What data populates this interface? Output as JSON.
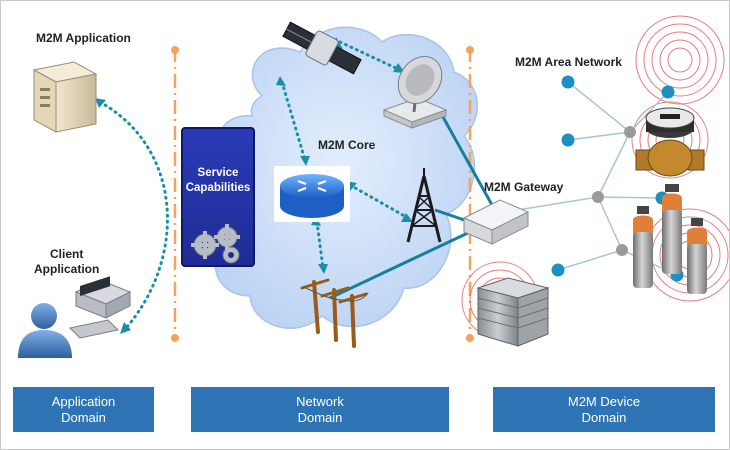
{
  "labels": {
    "m2m_application": "M2M Application",
    "client_application": [
      "Client",
      "Application"
    ],
    "m2m_core": "M2M Core",
    "m2m_gateway": "M2M Gateway",
    "m2m_area_network": "M2M Area Network",
    "service_capabilities": [
      "Service",
      "Capabilities"
    ]
  },
  "domains": [
    {
      "lines": [
        "Application",
        "Domain"
      ]
    },
    {
      "lines": [
        "Network",
        "Domain"
      ]
    },
    {
      "lines": [
        "M2M Device",
        "Domain"
      ]
    }
  ],
  "colors": {
    "domain_box": "#2e74b5",
    "cloud": "#c9dcf7",
    "divider": "#f5a25a",
    "dotted_link": "#1a8fa8",
    "solid_link": "#157f9e",
    "area_node": "#1c8fc4",
    "area_hub": "#9a9a9a",
    "service_box": "#2333a8",
    "signal_rings": "#e05252"
  },
  "icons": [
    "server-icon",
    "computer-user-icon",
    "satellite-icon",
    "satellite-dish-icon",
    "router-icon",
    "cell-tower-icon",
    "power-pole-icon",
    "gateway-icon",
    "water-meter-icon",
    "gas-cylinder-icon",
    "building-icon",
    "gear-icon"
  ]
}
